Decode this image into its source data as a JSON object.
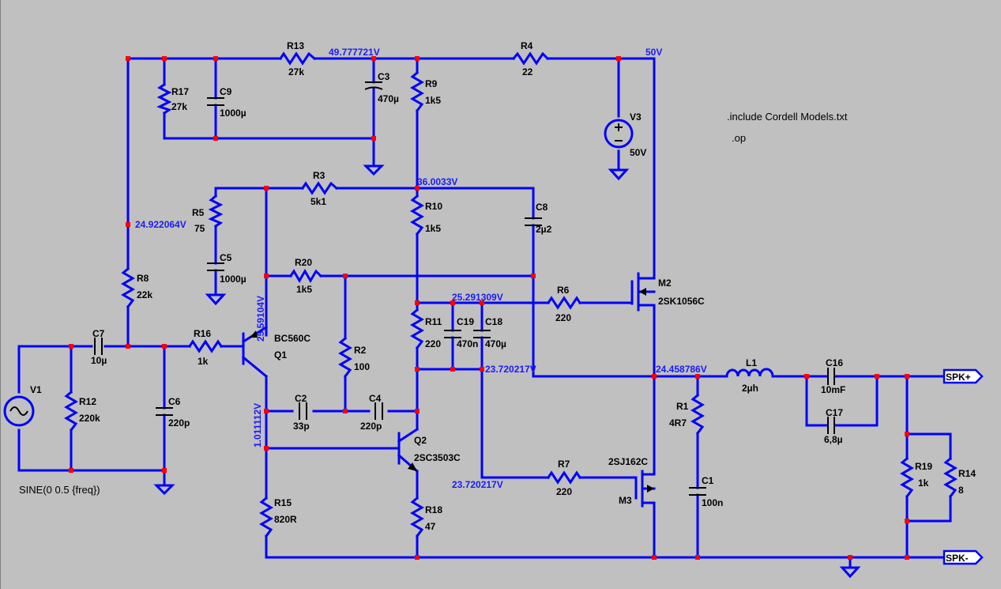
{
  "colors": {
    "background": "#c0c0c0",
    "wire": "#0000ff",
    "component": "#000000",
    "junction": "#ff0000",
    "voltage_label": "#1a1aff"
  },
  "components": {
    "R13": {
      "name": "R13",
      "value": "27k"
    },
    "R4": {
      "name": "R4",
      "value": "22"
    },
    "R17": {
      "name": "R17",
      "value": "27k"
    },
    "C9": {
      "name": "C9",
      "value": "1000µ"
    },
    "C3": {
      "name": "C3",
      "value": "470µ"
    },
    "R9": {
      "name": "R9",
      "value": "1k5"
    },
    "V3": {
      "name": "V3",
      "value": "50V"
    },
    "R3": {
      "name": "R3",
      "value": "5k1"
    },
    "R5": {
      "name": "R5",
      "value": "75"
    },
    "C5": {
      "name": "C5",
      "value": "1000µ"
    },
    "R10": {
      "name": "R10",
      "value": "1k5"
    },
    "C8": {
      "name": "C8",
      "value": "2µ2"
    },
    "R20": {
      "name": "R20",
      "value": "1k5"
    },
    "R8": {
      "name": "R8",
      "value": "22k"
    },
    "M2": {
      "name": "M2",
      "value": "2SK1056C"
    },
    "R6": {
      "name": "R6",
      "value": "220"
    },
    "R11": {
      "name": "R11",
      "value": "220"
    },
    "C19": {
      "name": "C19",
      "value": "470n"
    },
    "C18": {
      "name": "C18",
      "value": "470µ"
    },
    "Q1": {
      "name": "Q1",
      "value": "BC560C"
    },
    "R2": {
      "name": "R2",
      "value": "100"
    },
    "C7": {
      "name": "C7",
      "value": "10µ"
    },
    "R16": {
      "name": "R16",
      "value": "1k"
    },
    "V1": {
      "name": "V1",
      "value": "SINE(0 0.5 {freq})"
    },
    "R12": {
      "name": "R12",
      "value": "220k"
    },
    "C6": {
      "name": "C6",
      "value": "220p"
    },
    "C2": {
      "name": "C2",
      "value": "33p"
    },
    "C4": {
      "name": "C4",
      "value": "220p"
    },
    "Q2": {
      "name": "Q2",
      "value": "2SC3503C"
    },
    "L1": {
      "name": "L1",
      "value": "2µh"
    },
    "C16": {
      "name": "C16",
      "value": "10mF"
    },
    "C17": {
      "name": "C17",
      "value": "6,8µ"
    },
    "R1": {
      "name": "R1",
      "value": "4R7"
    },
    "C1": {
      "name": "C1",
      "value": "100n"
    },
    "R19": {
      "name": "R19",
      "value": "1k"
    },
    "R14": {
      "name": "R14",
      "value": "8"
    },
    "R7": {
      "name": "R7",
      "value": "220"
    },
    "M3": {
      "name": "M3",
      "value": "2SJ162C"
    },
    "R15": {
      "name": "R15",
      "value": "820R"
    },
    "R18": {
      "name": "R18",
      "value": "47"
    }
  },
  "node_voltages": {
    "v_r13": "49.777721V",
    "v_top": "50V",
    "v_r9": "36.0033V",
    "v_r8": "24.922064V",
    "v_m2g": "25.291309V",
    "v_bias": "23.720217V",
    "v_out": "24.458786V",
    "v_m3g": "23.720217V",
    "v_q1e": "25.59104V",
    "v_q1c": "1.011112V"
  },
  "ports": {
    "spk_plus": "SPK+",
    "spk_minus": "SPK-"
  },
  "directives": {
    "include": ".include Cordell Models.txt",
    "op": ".op"
  }
}
